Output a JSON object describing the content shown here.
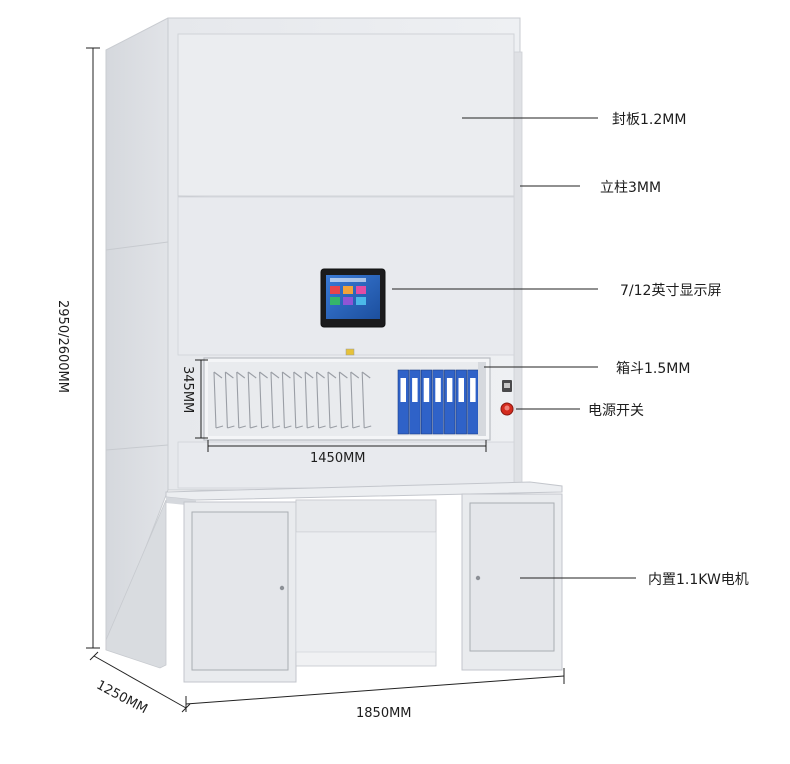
{
  "callouts": {
    "top_panel": "封板1.2MM",
    "column": "立柱3MM",
    "display": "7/12英寸显示屏",
    "tray": "箱斗1.5MM",
    "power_switch": "电源开关",
    "motor": "内置1.1KW电机"
  },
  "dimensions": {
    "total_height": "2950/2600MM",
    "tray_height": "345MM",
    "tray_width": "1450MM",
    "depth": "1250MM",
    "width": "1850MM"
  },
  "colors": {
    "cabinet_light": "#eceef1",
    "cabinet_mid": "#e2e4e8",
    "cabinet_dark": "#d2d5da",
    "binder_blue": "#2f62c8",
    "power_red": "#d42b1e"
  }
}
